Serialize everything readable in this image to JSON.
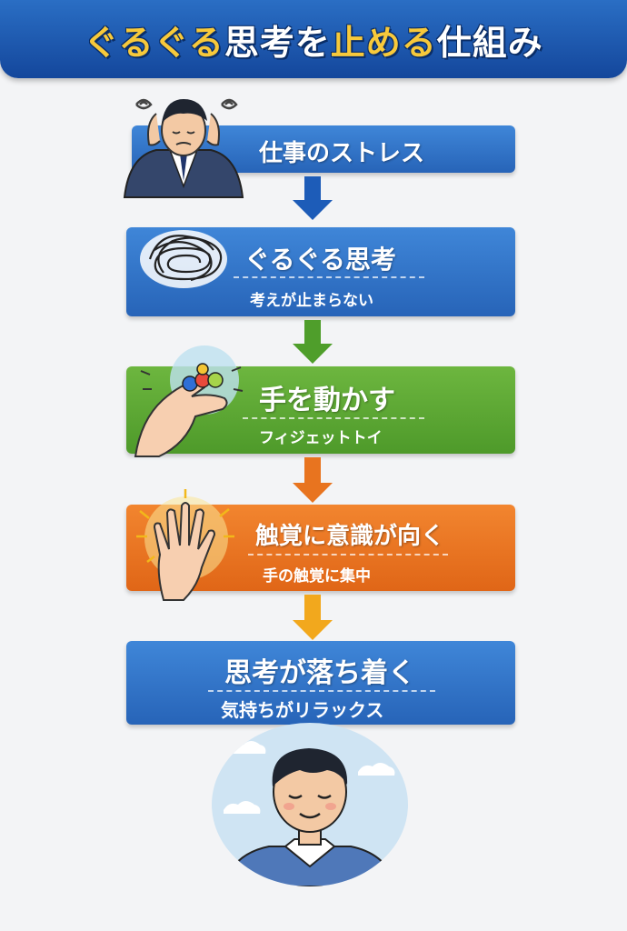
{
  "title": {
    "part1": "ぐるぐる",
    "part2": "思考を",
    "part3": "止める",
    "part4": "仕組み"
  },
  "steps": [
    {
      "main": "仕事のストレス",
      "sub": ""
    },
    {
      "main": "ぐるぐる思考",
      "sub": "考えが止まらない"
    },
    {
      "main": "手を動かす",
      "sub": "フィジェットトイ"
    },
    {
      "main": "触覚に意識が向く",
      "sub": "手の触覚に集中"
    },
    {
      "main": "思考が落ち着く",
      "sub": "気持ちがリラックス"
    }
  ],
  "colors": {
    "title_bg": "#1b55ab",
    "title_highlight": "#f7c93b",
    "step_blue": "#2f70c4",
    "step_green": "#5aa733",
    "step_orange": "#ea7423",
    "arrow_blue": "#1d5cb8",
    "arrow_green": "#4f9e2b",
    "arrow_orange": "#e8741f",
    "arrow_yellow": "#f2a81d"
  },
  "icons": [
    "stressed-man-icon",
    "tangled-scribble-icon",
    "fidget-toy-hand-icon",
    "glowing-hand-icon",
    "relaxed-man-icon"
  ]
}
